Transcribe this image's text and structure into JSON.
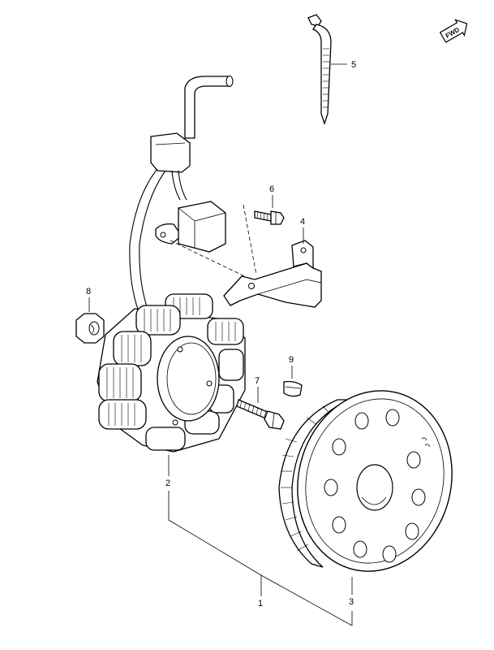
{
  "fwd_label": "FWD",
  "callouts": {
    "c1": "1",
    "c2": "2",
    "c3": "3",
    "c4": "4",
    "c5": "5",
    "c6": "6",
    "c7": "7",
    "c8": "8",
    "c9": "9"
  }
}
